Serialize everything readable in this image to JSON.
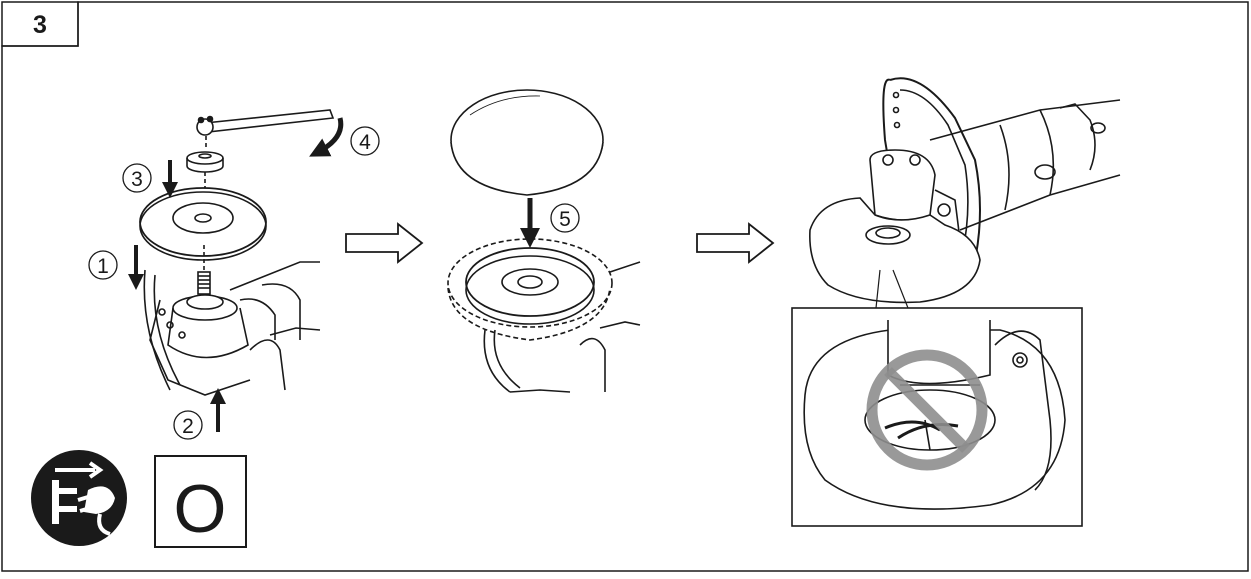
{
  "step_number": "3",
  "callouts": {
    "c1": "1",
    "c2": "2",
    "c3": "3",
    "c4": "4",
    "c5": "5"
  },
  "switch_symbol": "O",
  "icons": {
    "unplug": "unplug-power-icon",
    "switch_off": "switch-off-icon",
    "prohibited": "prohibited-icon",
    "arrow": "right-arrow-icon"
  },
  "colors": {
    "line": "#1a1a1a",
    "prohibited": "#8e8e8e",
    "background": "#ffffff"
  }
}
